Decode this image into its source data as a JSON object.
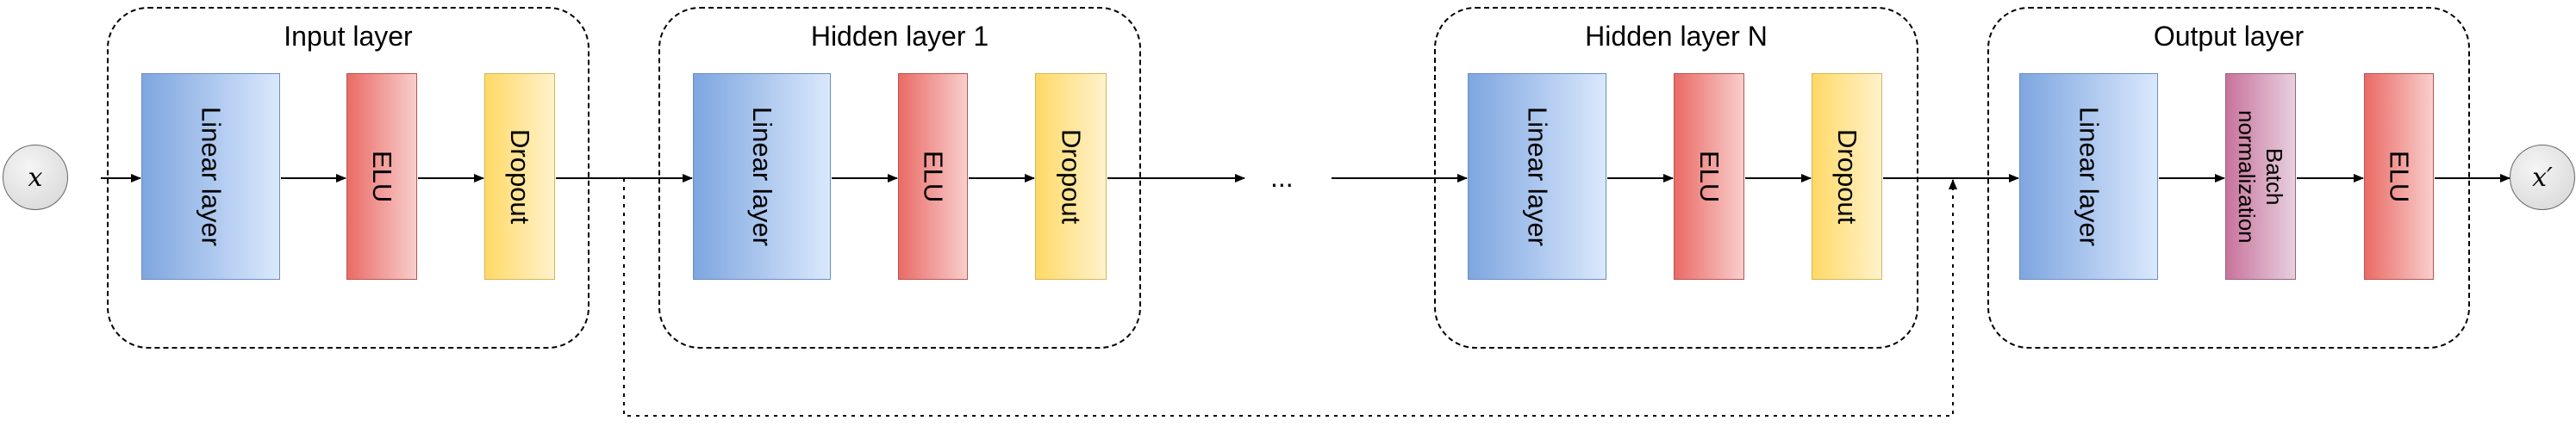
{
  "input_node": {
    "label": "x"
  },
  "output_node": {
    "label": "x′"
  },
  "ellipsis": "...",
  "groups": [
    {
      "title": "Input layer",
      "blocks": [
        "Linear layer",
        "ELU",
        "Dropout"
      ]
    },
    {
      "title": "Hidden layer 1",
      "blocks": [
        "Linear layer",
        "ELU",
        "Dropout"
      ]
    },
    {
      "title": "Hidden layer N",
      "blocks": [
        "Linear layer",
        "ELU",
        "Dropout"
      ]
    },
    {
      "title": "Output layer",
      "blocks": [
        "Linear layer",
        "Batch\nnormalization",
        "ELU"
      ]
    }
  ],
  "colors": {
    "linear_fill": "#7ea6e0",
    "elu_fill": "#ea6b66",
    "dropout_fill": "#ffd966",
    "batchnorm_fill": "#c9739c",
    "connector": "#000000"
  }
}
